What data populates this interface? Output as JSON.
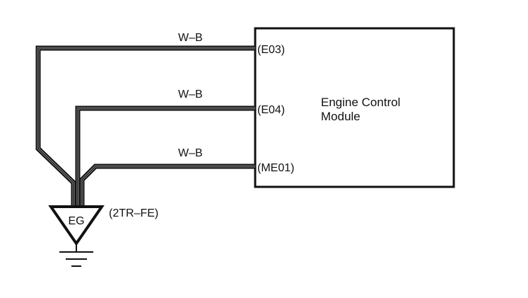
{
  "module": {
    "name_line1": "Engine Control",
    "name_line2": "Module"
  },
  "wires": [
    {
      "color_code": "W–B",
      "terminal": "(E03)"
    },
    {
      "color_code": "W–B",
      "terminal": "(E04)"
    },
    {
      "color_code": "W–B",
      "terminal": "(ME01)"
    }
  ],
  "ground": {
    "label": "EG",
    "engine": "(2TR–FE)"
  },
  "colors": {
    "line": "#111111",
    "background": "#ffffff"
  }
}
